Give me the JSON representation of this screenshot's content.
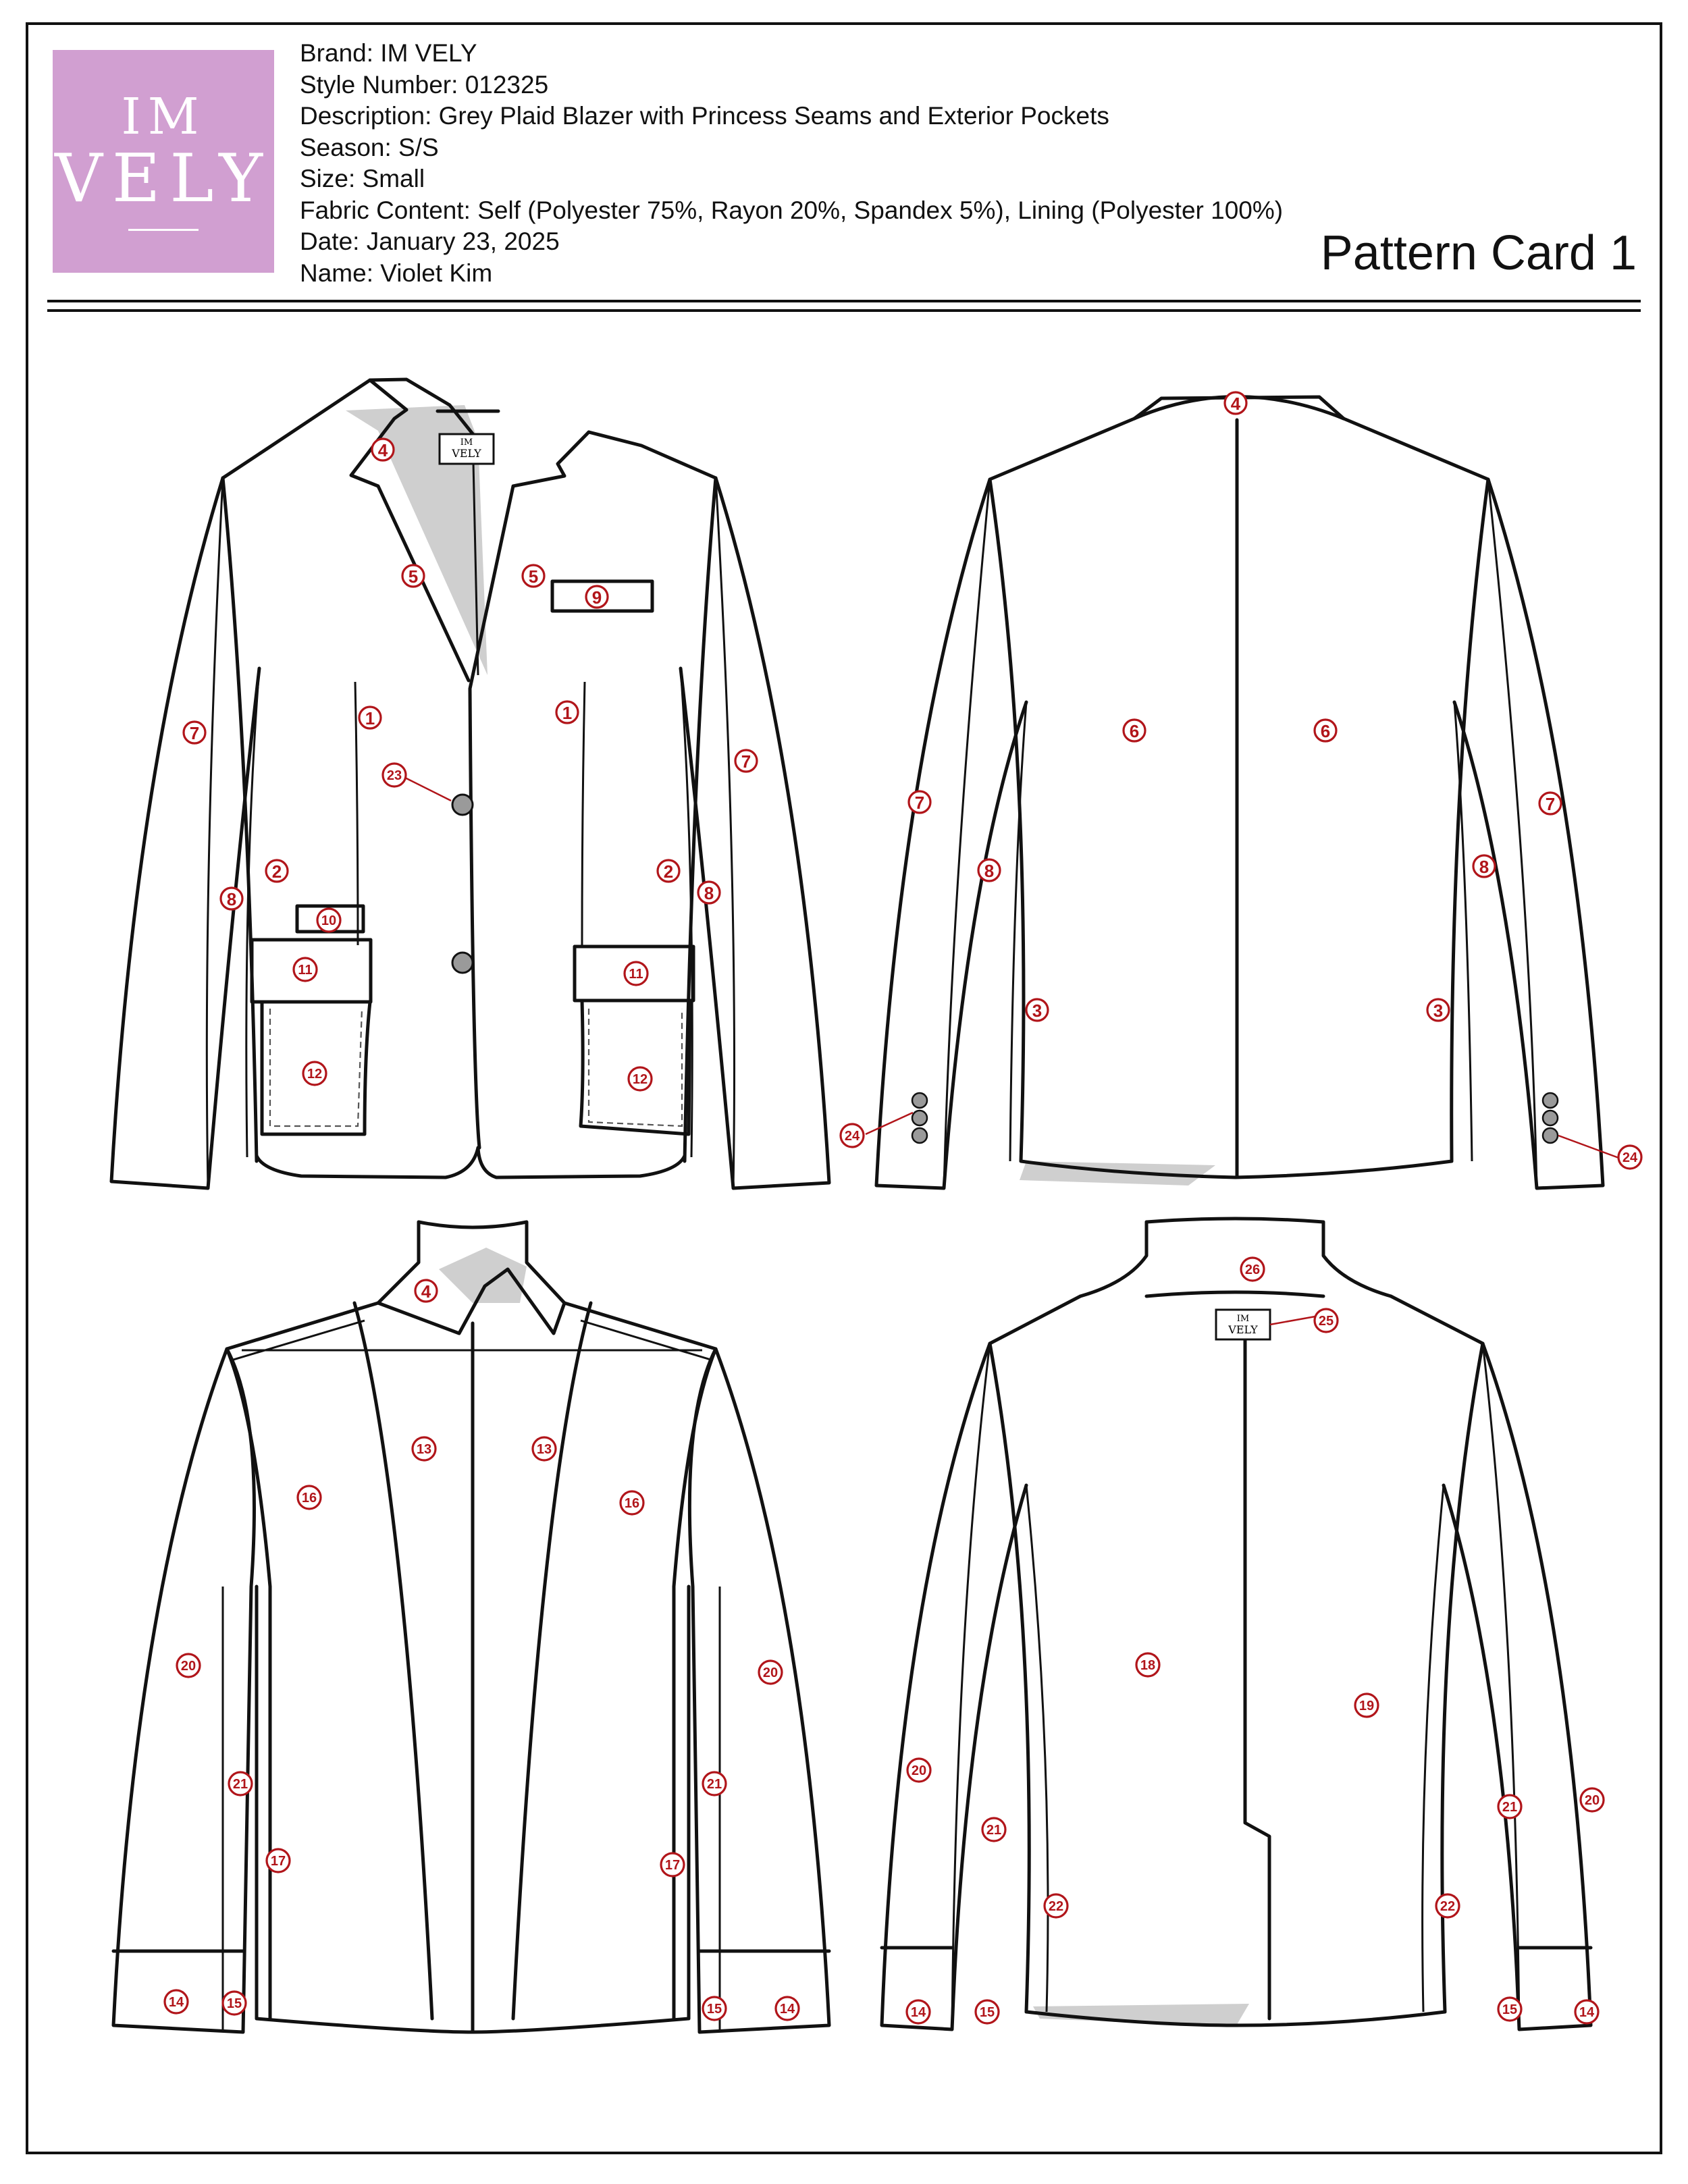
{
  "logo": {
    "line1": "IM",
    "line2": "VELY"
  },
  "header": {
    "brand": "Brand: IM VELY",
    "style_number": "Style Number: 012325",
    "description": "Description: Grey Plaid Blazer with Princess Seams and Exterior Pockets",
    "season": "Season: S/S",
    "size": "Size: Small",
    "fabric": "Fabric Content: Self (Polyester 75%, Rayon 20%, Spandex 5%), Lining (Polyester 100%)",
    "date": "Date: January 23, 2025",
    "name": "Name: Violet Kim"
  },
  "card_title": "Pattern Card 1",
  "label_tag": {
    "line1": "IM",
    "line2": "VELY"
  },
  "piece_markers": {
    "front_self": [
      "1",
      "1",
      "2",
      "2",
      "4",
      "5",
      "5",
      "7",
      "7",
      "8",
      "8",
      "9",
      "10",
      "11",
      "11",
      "12",
      "12",
      "23"
    ],
    "back_self": [
      "3",
      "3",
      "4",
      "6",
      "6",
      "7",
      "7",
      "8",
      "8",
      "24",
      "24"
    ],
    "front_lining": [
      "4",
      "13",
      "13",
      "14",
      "14",
      "15",
      "15",
      "16",
      "16",
      "17",
      "17",
      "20",
      "20",
      "21",
      "21"
    ],
    "back_lining": [
      "14",
      "14",
      "15",
      "15",
      "18",
      "19",
      "20",
      "20",
      "21",
      "21",
      "22",
      "22",
      "25",
      "26"
    ]
  },
  "colors": {
    "marker_red": "#b1151a",
    "logo_pink": "#d19fd1",
    "lining_grey": "#cfcfcf"
  }
}
